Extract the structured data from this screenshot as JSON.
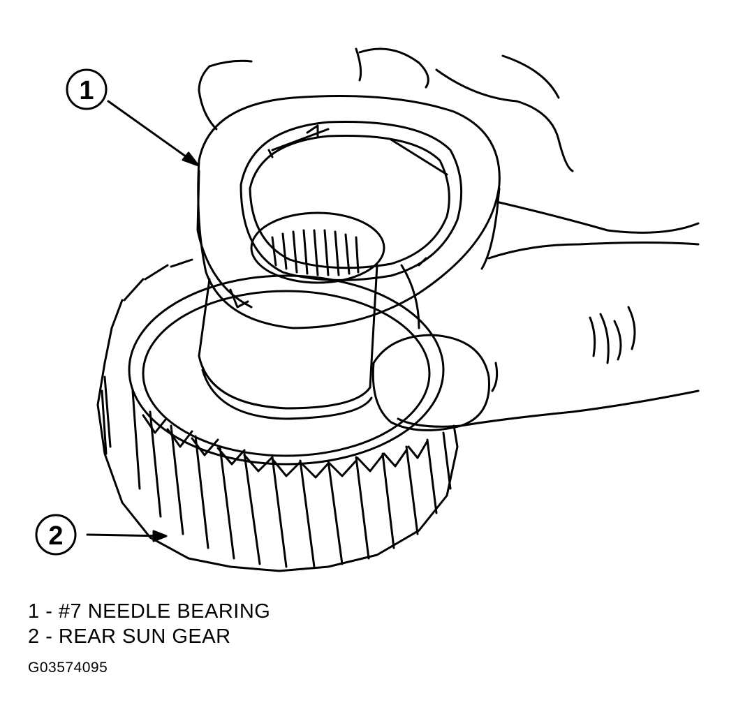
{
  "callouts": [
    {
      "number": "1"
    },
    {
      "number": "2"
    }
  ],
  "legend": [
    {
      "number": "1",
      "separator": " - ",
      "label": "#7 NEEDLE BEARING"
    },
    {
      "number": "2",
      "separator": " - ",
      "label": "REAR SUN GEAR"
    }
  ],
  "figure_id": "G03574095"
}
